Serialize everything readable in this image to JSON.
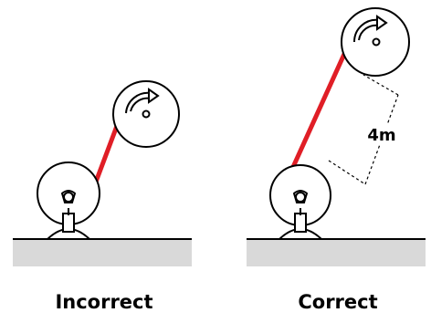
{
  "panels": [
    {
      "caption": "Incorrect",
      "distance_label": ""
    },
    {
      "caption": "Correct",
      "distance_label": "4m"
    }
  ],
  "colors": {
    "belt": "#e01e26",
    "ground": "#d9d9d9",
    "outline": "#000000",
    "background": "#ffffff"
  },
  "icons": [
    "rotation-arrow-icon",
    "pulley-axle-icon",
    "drive-wheel-icon",
    "stand-icon"
  ]
}
